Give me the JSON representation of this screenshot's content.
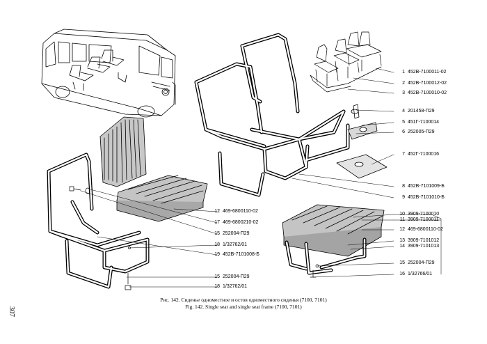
{
  "page_number": "307",
  "caption": {
    "ru": "Рис. 142. Сиденье одноместное и остов одноместного сиденья (7100, 7101)",
    "en": "Fig. 142. Single seat and single seat frame (7100, 7101)"
  },
  "callouts": [
    {
      "num": "1",
      "code": "452В-7100011-02"
    },
    {
      "num": "2",
      "code": "452В-7100012-02"
    },
    {
      "num": "3",
      "code": "452В-7100010-02"
    },
    {
      "num": "4",
      "code": "201458-П29"
    },
    {
      "num": "5",
      "code": "451Г-7100014"
    },
    {
      "num": "6",
      "code": "252005-П29"
    },
    {
      "num": "7",
      "code": "452Г-7100016"
    },
    {
      "num": "8",
      "code": "452В-7101009-Б"
    },
    {
      "num": "9",
      "code": "452В-7101010-Б"
    },
    {
      "num": "10",
      "code": "3909-7100010"
    },
    {
      "num": "11",
      "code": "3909-7100011"
    },
    {
      "num": "12",
      "code": "469-6800110-02"
    },
    {
      "num": "13",
      "code": "3909-7101012"
    },
    {
      "num": "14",
      "code": "3909-7101013"
    },
    {
      "num": "15",
      "code": "252004-П29"
    },
    {
      "num": "16",
      "code": "1/32766/01"
    }
  ],
  "left_callouts": [
    {
      "num": "12",
      "code": "469-6800110-02"
    },
    {
      "num": "17",
      "code": "469-6800210-02"
    },
    {
      "num": "15",
      "code": "252004-П29"
    },
    {
      "num": "18",
      "code": "1/32762/01"
    },
    {
      "num": "19",
      "code": "452В-7101008-Б"
    },
    {
      "num": "15",
      "code": "252004-П29"
    },
    {
      "num": "18",
      "code": "1/32762/01"
    }
  ]
}
